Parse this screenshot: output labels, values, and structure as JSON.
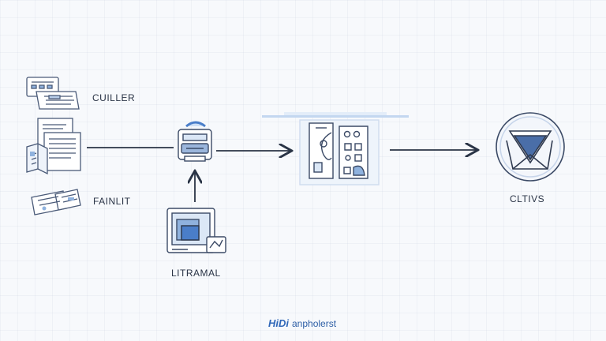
{
  "nodes": {
    "top_left_label": "CUILLER",
    "mid_left_label": "FAINLIT",
    "bottom_label": "LITRAMAL",
    "right_label": "CLTIVS"
  },
  "footer": {
    "brand": "HiDi",
    "name": "anpholerst"
  },
  "colors": {
    "ink": "#2a3446",
    "accent": "#4a7ec9",
    "accent_light": "#cfe0f5",
    "background": "#f7f9fc"
  }
}
